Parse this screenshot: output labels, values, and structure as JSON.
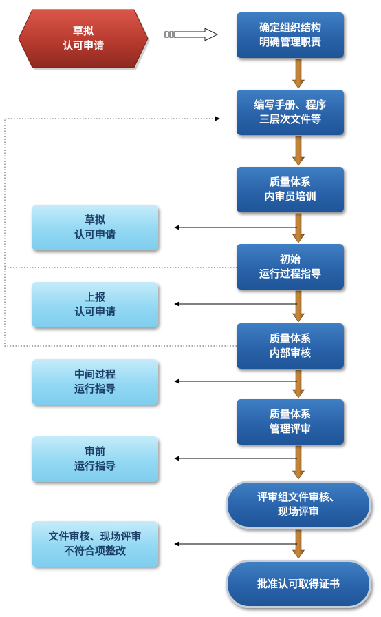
{
  "start": {
    "label": "草拟\n认可申请"
  },
  "main_steps": [
    {
      "label": "确定组织结构\n明确管理职责"
    },
    {
      "label": "编写手册、程序\n三层次文件等"
    },
    {
      "label": "质量体系\n内审员培训"
    },
    {
      "label": "初始\n运行过程指导"
    },
    {
      "label": "质量体系\n内部审核"
    },
    {
      "label": "质量体系\n管理评审"
    },
    {
      "label": "评审组文件审核、\n现场评审"
    },
    {
      "label": "批准认可取得证书"
    }
  ],
  "side_steps": [
    {
      "label": "草拟\n认可申请"
    },
    {
      "label": "上报\n认可申请"
    },
    {
      "label": "中间过程\n运行指导"
    },
    {
      "label": "审前\n运行指导"
    },
    {
      "label": "文件审核、现场评审\n不符合项整改"
    }
  ],
  "colors": {
    "start_fill": "#c0392b",
    "main_fill": "#2a63aa",
    "side_fill": "#93d8f3",
    "connector_arrow": "#8b5a1e",
    "line": "#000000"
  }
}
